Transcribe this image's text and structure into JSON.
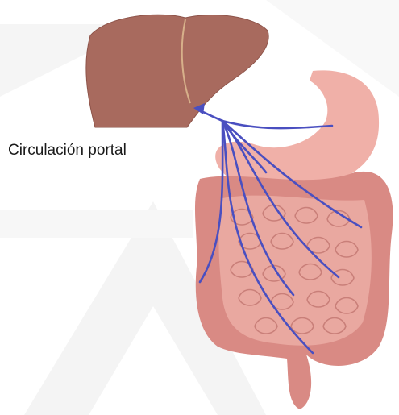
{
  "diagram": {
    "label": "Circulación portal",
    "colors": {
      "liver": "#a86a5e",
      "liver_edge": "#8e544a",
      "stomach": "#f0b0a8",
      "small_intestine": "#e9a8a0",
      "large_intestine": "#d98a84",
      "vessels": "#4a4fc0",
      "watermark": "#ececec"
    },
    "organs": [
      "liver",
      "stomach",
      "small-intestine",
      "large-intestine",
      "rectum"
    ],
    "icons": [
      "watermark-triangle"
    ]
  }
}
